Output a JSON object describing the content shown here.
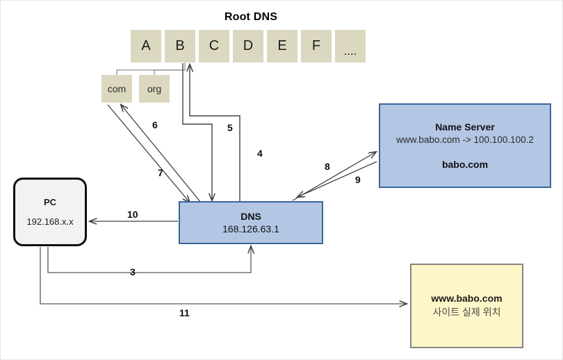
{
  "diagram": {
    "title": "Root DNS",
    "root_tiles": [
      {
        "label": "A"
      },
      {
        "label": "B"
      },
      {
        "label": "C"
      },
      {
        "label": "D"
      },
      {
        "label": "E"
      },
      {
        "label": "F"
      },
      {
        "label": "...."
      }
    ],
    "sub_tiles": [
      {
        "label": "com"
      },
      {
        "label": "org"
      }
    ],
    "pc": {
      "name": "PC",
      "ip": "192.168.x.x"
    },
    "dns": {
      "name": "DNS",
      "ip": "168.126.63.1"
    },
    "name_server": {
      "title": "Name Server",
      "record": "www.babo.com -> 100.100.100.2",
      "zone": "babo.com"
    },
    "website": {
      "domain": "www.babo.com",
      "caption": "사이트 실제 위치"
    },
    "steps": [
      {
        "id": "3",
        "label": "3"
      },
      {
        "id": "4",
        "label": "4"
      },
      {
        "id": "5",
        "label": "5"
      },
      {
        "id": "6",
        "label": "6"
      },
      {
        "id": "7",
        "label": "7"
      },
      {
        "id": "8",
        "label": "8"
      },
      {
        "id": "9",
        "label": "9"
      },
      {
        "id": "10",
        "label": "10"
      },
      {
        "id": "11",
        "label": "11"
      }
    ],
    "colors": {
      "tile_fill": "#dcd8c0",
      "node_blue_fill": "#b3c6e3",
      "node_blue_border": "#3a6599",
      "website_fill": "#fcf6c8",
      "website_border": "#848484",
      "pc_fill": "#f2f2f2",
      "pc_border": "#0d0d0d",
      "arrow": "#404040"
    }
  }
}
